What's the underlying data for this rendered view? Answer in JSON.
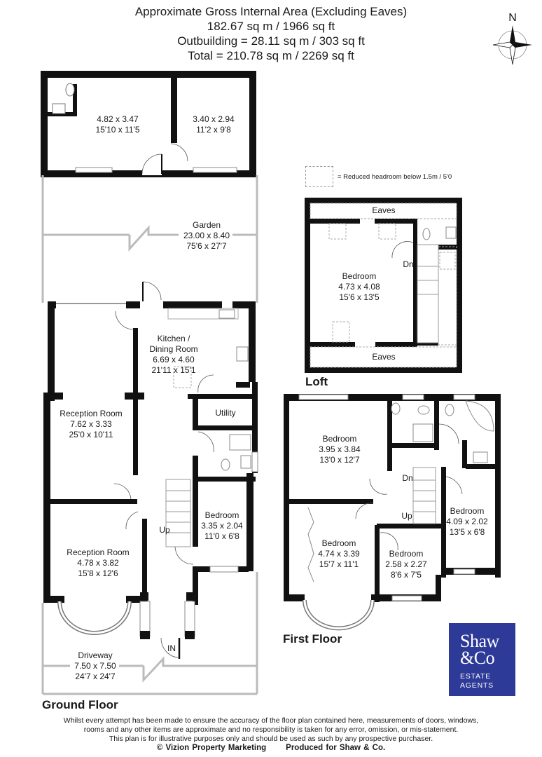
{
  "header": {
    "line1": "Approximate Gross Internal Area (Excluding Eaves)",
    "line2": "182.67 sq m / 1966 sq ft",
    "line3": "Outbuilding = 28.11 sq m / 303 sq ft",
    "line4": "Total = 210.78 sq m / 2269 sq ft"
  },
  "compass": {
    "label": "N",
    "icon": "compass-rose-icon"
  },
  "legend": {
    "label": "= Reduced headroom below 1.5m / 5'0"
  },
  "outbuilding": {
    "room1": {
      "metric": "4.82 x 3.47",
      "imperial": "15'10 x 11'5"
    },
    "room2": {
      "metric": "3.40 x 2.94",
      "imperial": "11'2 x 9'8"
    }
  },
  "ground_floor": {
    "title": "Ground Floor",
    "garden": {
      "name": "Garden",
      "metric": "23.00 x 8.40",
      "imperial": "75'6 x 27'7"
    },
    "kitchen": {
      "name1": "Kitchen /",
      "name2": "Dining Room",
      "metric": "6.69 x 4.60",
      "imperial": "21'11 x 15'1"
    },
    "utility": {
      "name": "Utility"
    },
    "reception1": {
      "name": "Reception Room",
      "metric": "7.62 x 3.33",
      "imperial": "25'0 x 10'11"
    },
    "reception2": {
      "name": "Reception Room",
      "metric": "4.78 x 3.82",
      "imperial": "15'8 x 12'6"
    },
    "bedroom": {
      "name": "Bedroom",
      "metric": "3.35 x 2.04",
      "imperial": "11'0 x 6'8"
    },
    "stairs_label": "Up",
    "entrance_label": "IN",
    "driveway": {
      "name": "Driveway",
      "metric": "7.50 x 7.50",
      "imperial": "24'7 x 24'7"
    }
  },
  "loft": {
    "title": "Loft",
    "eaves_top": "Eaves",
    "eaves_bottom": "Eaves",
    "bedroom": {
      "name": "Bedroom",
      "metric": "4.73 x 4.08",
      "imperial": "15'6 x 13'5"
    },
    "stairs_label": "Dn"
  },
  "first_floor": {
    "title": "First Floor",
    "bedroom1": {
      "name": "Bedroom",
      "metric": "3.95 x 3.84",
      "imperial": "13'0 x 12'7"
    },
    "bedroom2": {
      "name": "Bedroom",
      "metric": "4.74 x 3.39",
      "imperial": "15'7 x 11'1"
    },
    "bedroom3": {
      "name": "Bedroom",
      "metric": "2.58 x 2.27",
      "imperial": "8'6 x 7'5"
    },
    "bedroom4": {
      "name": "Bedroom",
      "metric": "4.09 x 2.02",
      "imperial": "13'5 x 6'8"
    },
    "stairs_dn": "Dn",
    "stairs_up": "Up"
  },
  "logo": {
    "line1": "Shaw",
    "line2": "&Co",
    "line3": "ESTATE",
    "line4": "AGENTS",
    "color": "#2e3a97"
  },
  "disclaimer": {
    "line1": "Whilst every attempt has been made to ensure the accuracy of the floor plan contained here, measurements of doors, windows,",
    "line2": "rooms and any other items are approximate and no responsibility is taken for any error, omission, or mis-statement.",
    "line3": "This plan is for illustrative purposes only and should be used as such by any prospective purchaser.",
    "credit1": "© Vizion Property Marketing",
    "credit2": "Produced for Shaw & Co."
  }
}
